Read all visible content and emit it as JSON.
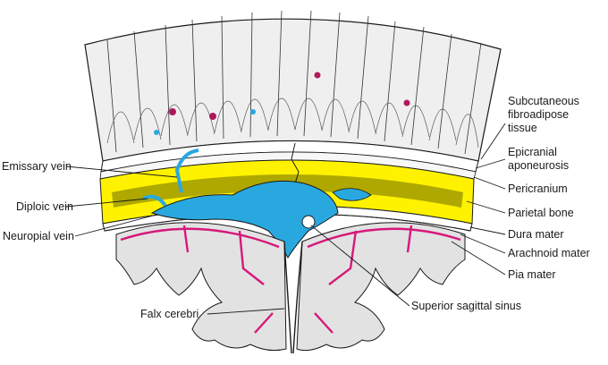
{
  "labels_left": {
    "emissary_vein": "Emissary vein",
    "diploic_vein": "Diploic vein",
    "neuropial_vein": "Neuropial vein",
    "falx_cerebri": "Falx cerebri"
  },
  "labels_right": {
    "subcutaneous_line1": "Subcutaneous",
    "subcutaneous_line2": "fibroadipose",
    "subcutaneous_line3": "tissue",
    "epicranial_line1": "Epicranial",
    "epicranial_line2": "aponeurosis",
    "pericranium": "Pericranium",
    "parietal_bone": "Parietal bone",
    "dura_mater": "Dura mater",
    "arachnoid_mater": "Arachnoid mater",
    "pia_mater": "Pia mater"
  },
  "labels_bottom": {
    "superior_sagittal_sinus": "Superior sagittal sinus"
  },
  "colors": {
    "bone": "#fff200",
    "vein": "#29a8e0",
    "pia": "#d6187a",
    "line": "#1a1a1a"
  }
}
